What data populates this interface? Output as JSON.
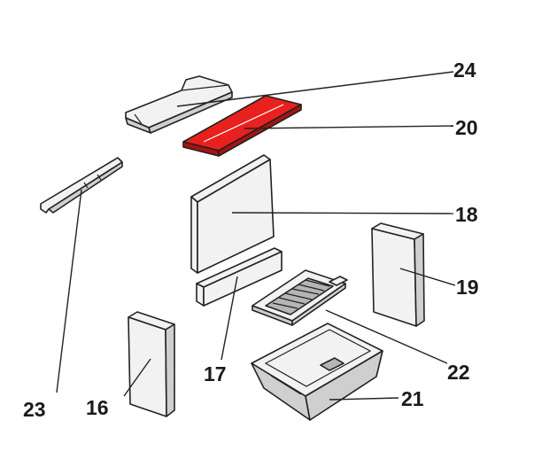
{
  "labels": {
    "p16": "16",
    "p17": "17",
    "p18": "18",
    "p19": "19",
    "p20": "20",
    "p21": "21",
    "p22": "22",
    "p23": "23",
    "p24": "24"
  },
  "colors": {
    "highlight": "#e8201e",
    "highlight_dark": "#a8140f",
    "line": "#222222"
  }
}
